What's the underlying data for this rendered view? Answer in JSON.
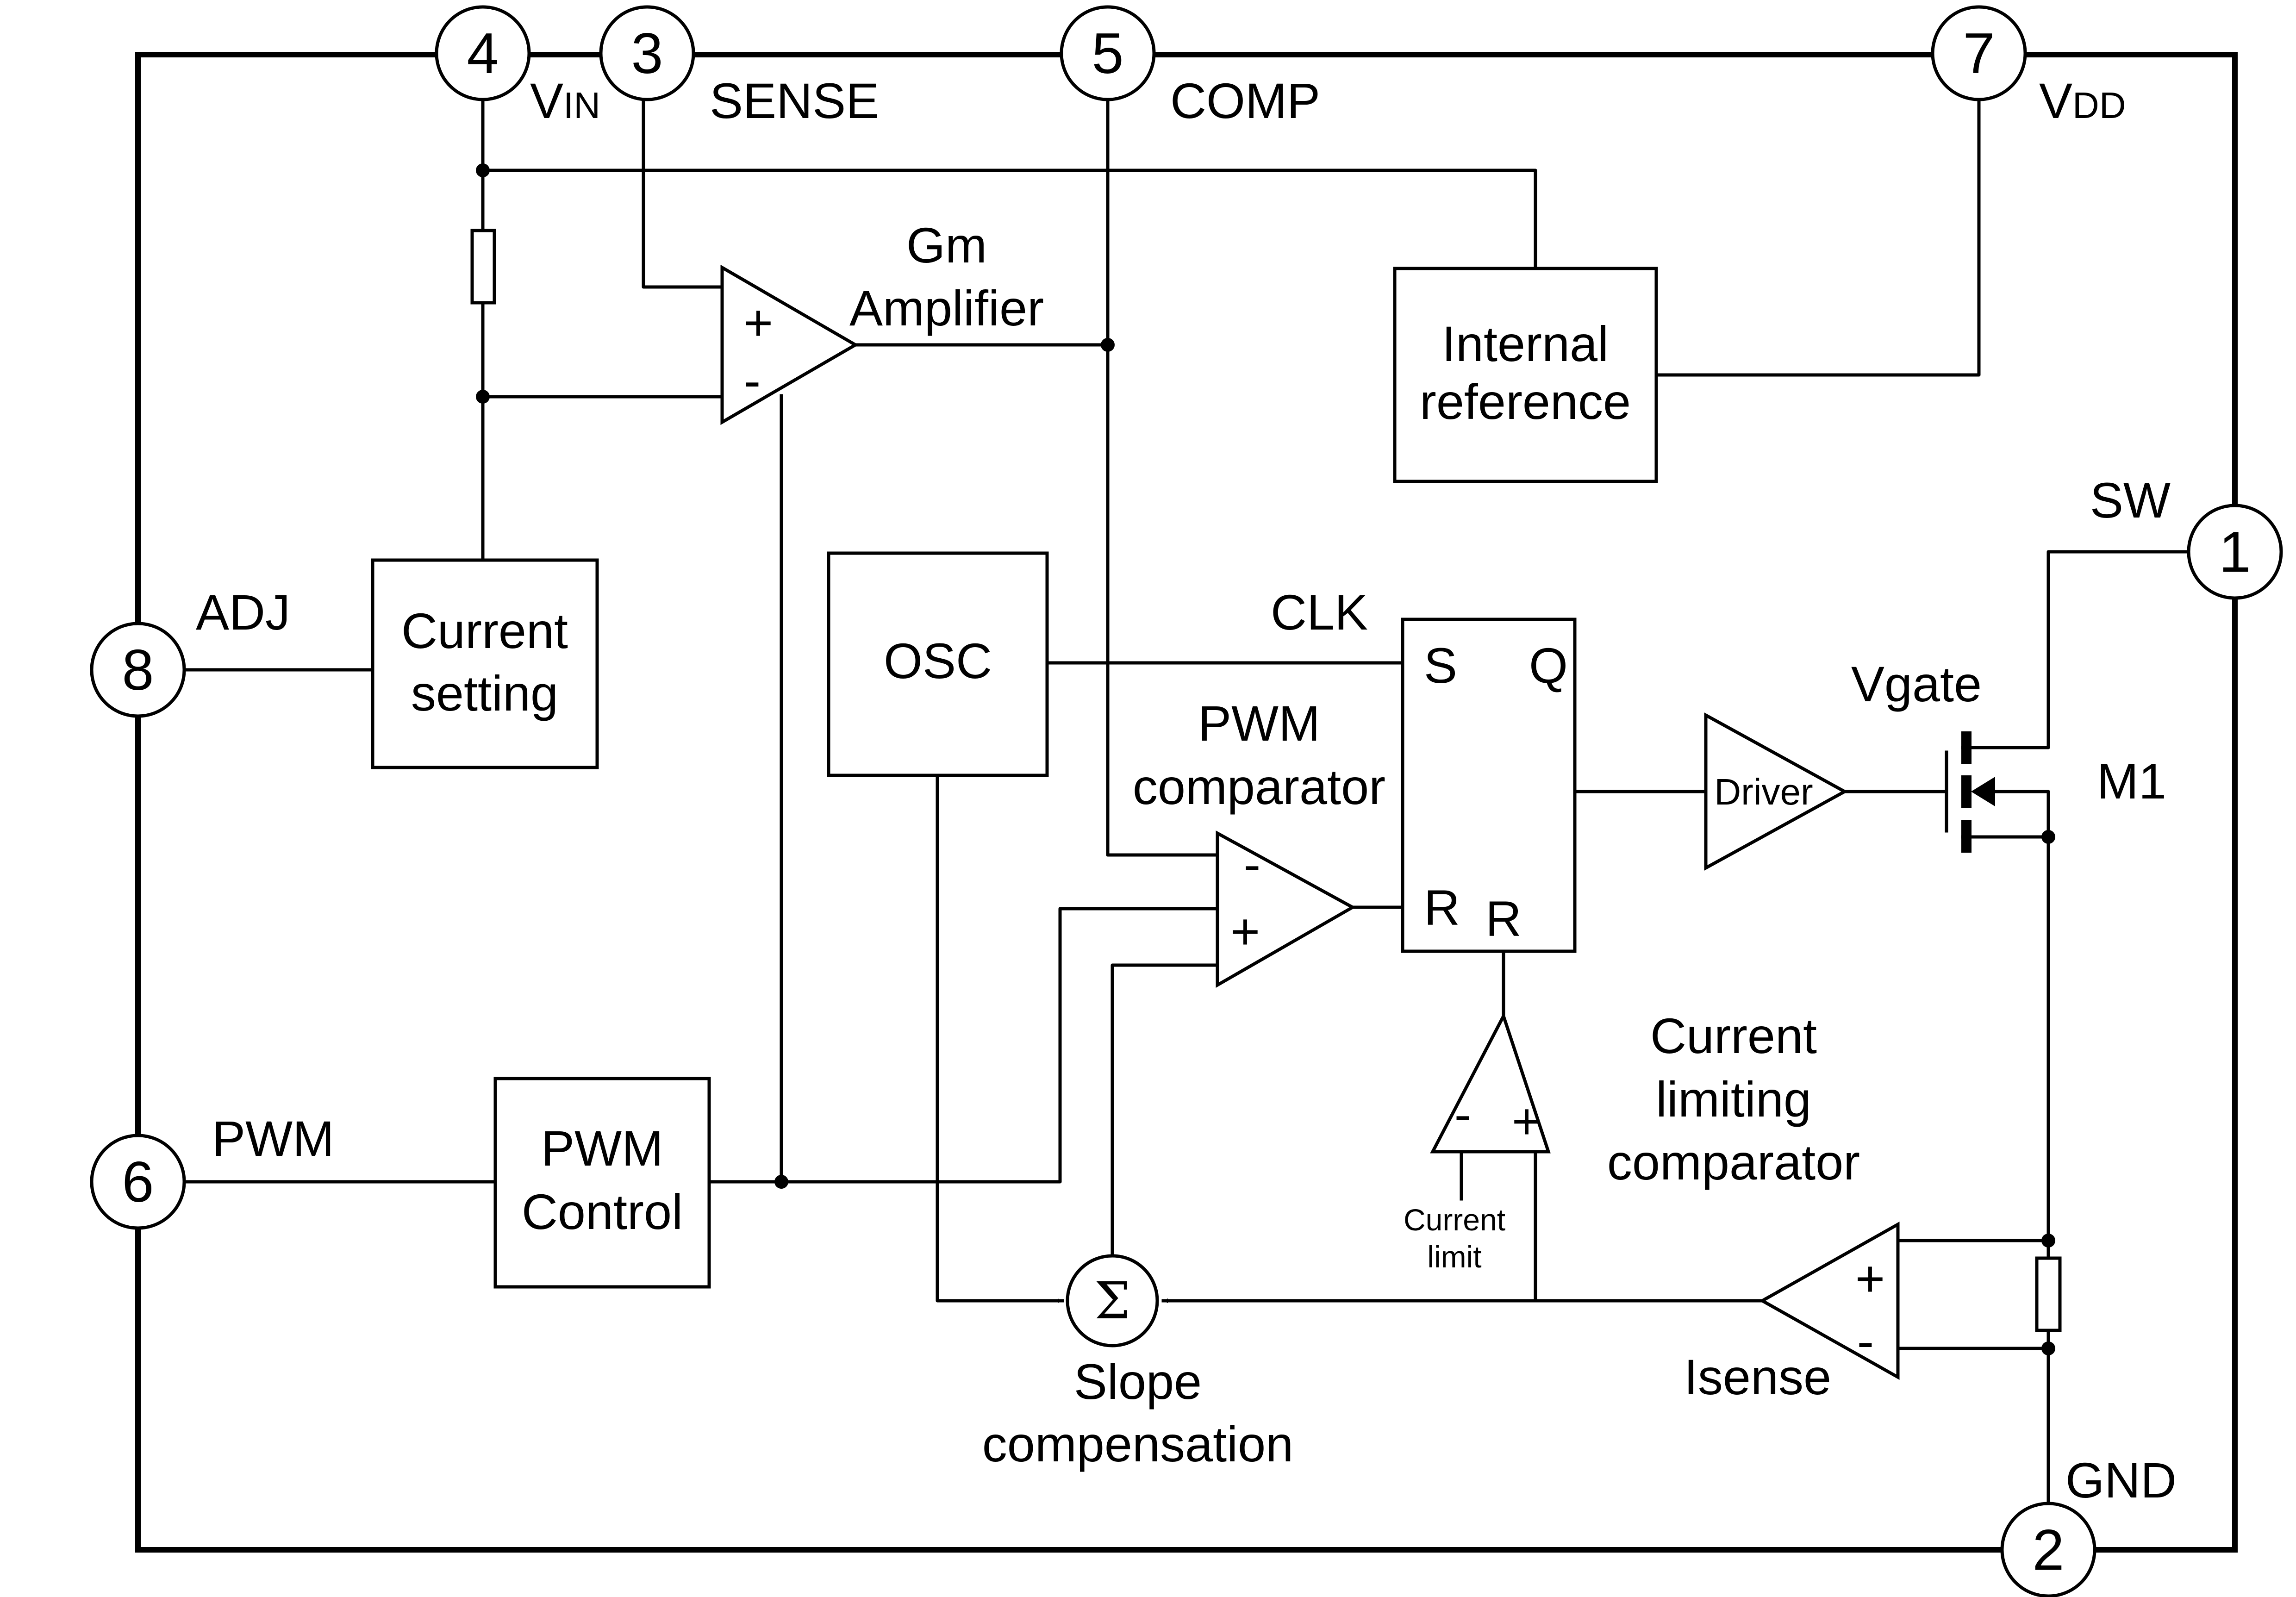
{
  "pins": {
    "vin": {
      "number": "4",
      "name_main": "V",
      "name_sub": "IN"
    },
    "sense": {
      "number": "3",
      "name": "SENSE"
    },
    "comp": {
      "number": "5",
      "name": "COMP"
    },
    "vdd": {
      "number": "7",
      "name_main": "V",
      "name_sub": "DD"
    },
    "sw": {
      "number": "1",
      "name": "SW"
    },
    "adj": {
      "number": "8",
      "name": "ADJ"
    },
    "pwm": {
      "number": "6",
      "name": "PWM"
    },
    "gnd": {
      "number": "2",
      "name": "GND"
    }
  },
  "blocks": {
    "gm_amplifier": {
      "title_line1": "Gm",
      "title_line2": "Amplifier",
      "plus": "+",
      "minus": "-"
    },
    "internal_reference": {
      "line1": "Internal",
      "line2": "reference"
    },
    "current_setting": {
      "line1": "Current",
      "line2": "setting"
    },
    "osc": {
      "label": "OSC"
    },
    "clk": {
      "label": "CLK"
    },
    "flipflop": {
      "s": "S",
      "q": "Q",
      "r1": "R",
      "r2": "R"
    },
    "pwm_comparator": {
      "line1": "PWM",
      "line2": "comparator",
      "plus": "+",
      "minus": "-"
    },
    "driver": {
      "label": "Driver"
    },
    "vgate": {
      "label": "Vgate"
    },
    "m1": {
      "label": "M1"
    },
    "current_limiting_comparator": {
      "line1": "Current",
      "line2": "limiting",
      "line3": "comparator",
      "plus": "+",
      "minus": "-"
    },
    "current_limit": {
      "line1": "Current",
      "line2": "limit"
    },
    "pwm_control": {
      "line1": "PWM",
      "line2": "Control"
    },
    "slope_compensation": {
      "symbol": "Σ",
      "line1": "Slope",
      "line2": "compensation"
    },
    "isense": {
      "label": "Isense",
      "plus": "+",
      "minus": "-"
    }
  }
}
